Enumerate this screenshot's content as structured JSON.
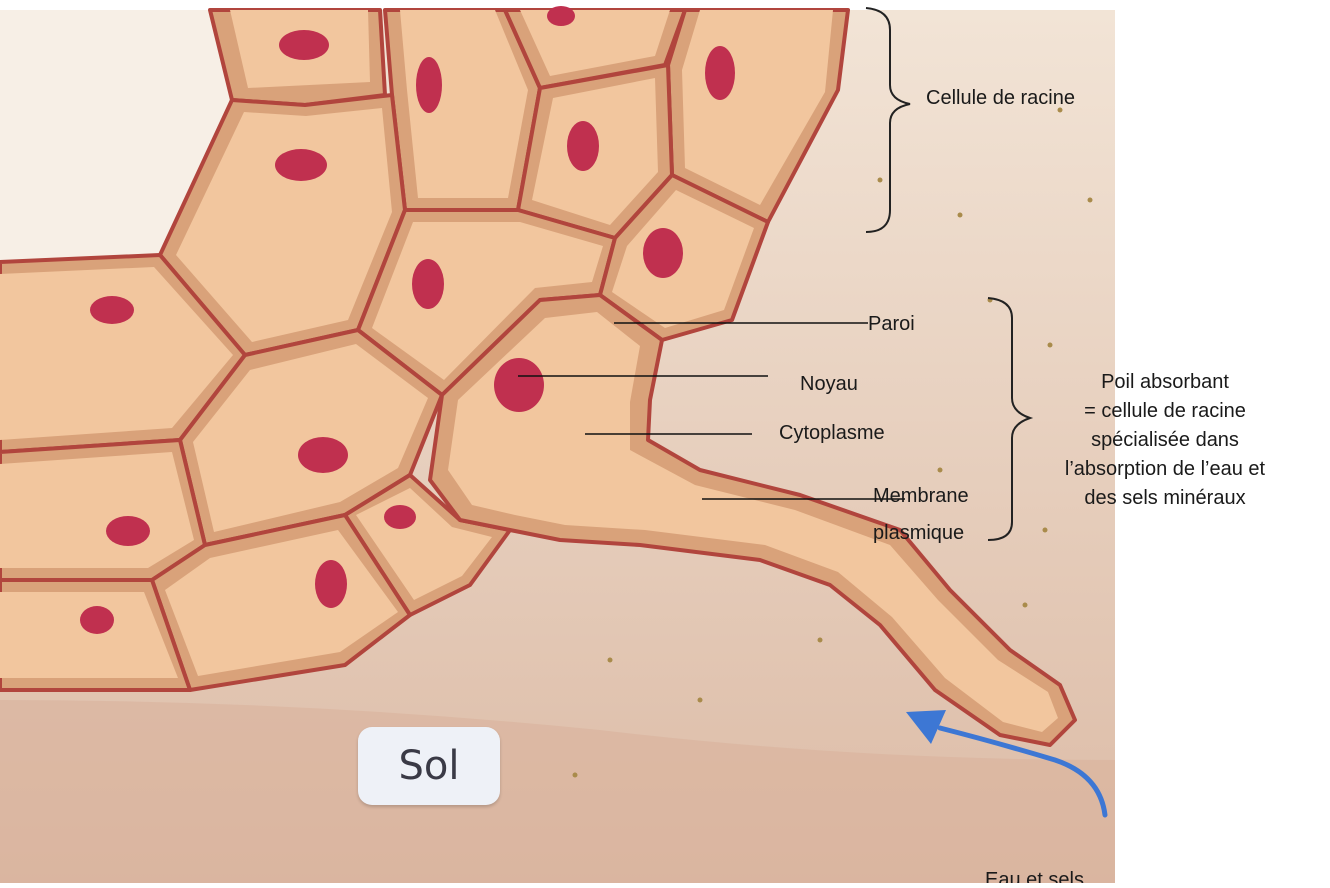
{
  "labels": {
    "cellule_racine": "Cellule de racine",
    "paroi": "Paroi",
    "noyau": "Noyau",
    "cytoplasme": "Cytoplasme",
    "membrane_line1": "Membrane",
    "membrane_line2": "plasmique",
    "poil_line1": "Poil absorbant",
    "poil_line2": "= cellule de racine",
    "poil_line3": "spécialisée dans",
    "poil_line4": "l’absorption de l’eau et",
    "poil_line5": "des sels minéraux",
    "sol": "Sol",
    "eau_sels": "Eau et sels"
  },
  "colors": {
    "cell_fill": "#f2c69e",
    "cell_outer": "#d9a27a",
    "cell_wall": "#b1453d",
    "nucleus": "#c0304f",
    "background": "#efe0d2",
    "soil": "#d9b39c",
    "arrow": "#3d77d4"
  }
}
